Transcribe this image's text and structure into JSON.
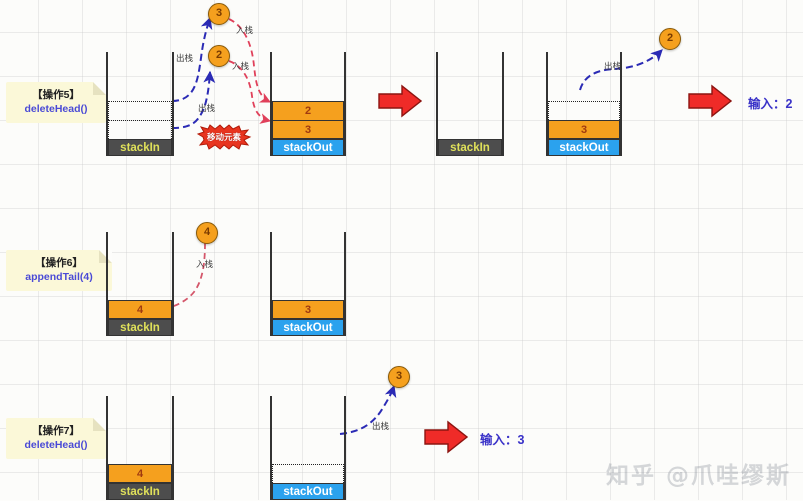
{
  "rows": [
    {
      "id": "row5",
      "label": {
        "title": "【操作5】",
        "fn": "deleteHead()"
      },
      "stacks": [
        {
          "name": "stackIn",
          "base": "stackIn",
          "ghosts": 2,
          "values": []
        },
        {
          "name": "stackOut",
          "base": "stackOut",
          "ghosts": 0,
          "values": [
            "2",
            "3"
          ]
        },
        {
          "name": "stackIn2",
          "base": "stackIn",
          "ghosts": 0,
          "values": []
        },
        {
          "name": "stackOut2",
          "base": "stackOut",
          "ghosts": 1,
          "values": [
            "3"
          ]
        }
      ],
      "tokens": [
        {
          "value": "3"
        },
        {
          "value": "2"
        },
        {
          "value": "2"
        }
      ],
      "annotations": [
        "出栈",
        "入栈",
        "出栈",
        "入栈",
        "出栈"
      ],
      "cloud": "移动元素",
      "output": "输入：2"
    },
    {
      "id": "row6",
      "label": {
        "title": "【操作6】",
        "fn": "appendTail(4)"
      },
      "stacks": [
        {
          "name": "stackIn",
          "base": "stackIn",
          "ghosts": 0,
          "values": [
            "4"
          ]
        },
        {
          "name": "stackOut",
          "base": "stackOut",
          "ghosts": 0,
          "values": [
            "3"
          ]
        }
      ],
      "tokens": [
        {
          "value": "4"
        }
      ],
      "annotations": [
        "入栈"
      ],
      "output": ""
    },
    {
      "id": "row7",
      "label": {
        "title": "【操作7】",
        "fn": "deleteHead()"
      },
      "stacks": [
        {
          "name": "stackIn",
          "base": "stackIn",
          "ghosts": 0,
          "values": [
            "4"
          ]
        },
        {
          "name": "stackOut",
          "base": "stackOut",
          "ghosts": 1,
          "values": []
        }
      ],
      "tokens": [
        {
          "value": "3"
        }
      ],
      "annotations": [
        "出栈"
      ],
      "output": "输入：3"
    }
  ],
  "colors": {
    "token_fill": "#f5a01e",
    "slot_fill": "#f5a01e",
    "stack_in_base": "#4d4d4d",
    "stack_out_base": "#2ba2ee",
    "arrow_red": "#ef2b28",
    "arrow_blue": "#2b2bb5",
    "arrow_pink": "#d4566a",
    "label_bg": "#fbf8d8",
    "output_text": "#3a32c8"
  },
  "watermark": "知乎 @爪哇缪斯"
}
